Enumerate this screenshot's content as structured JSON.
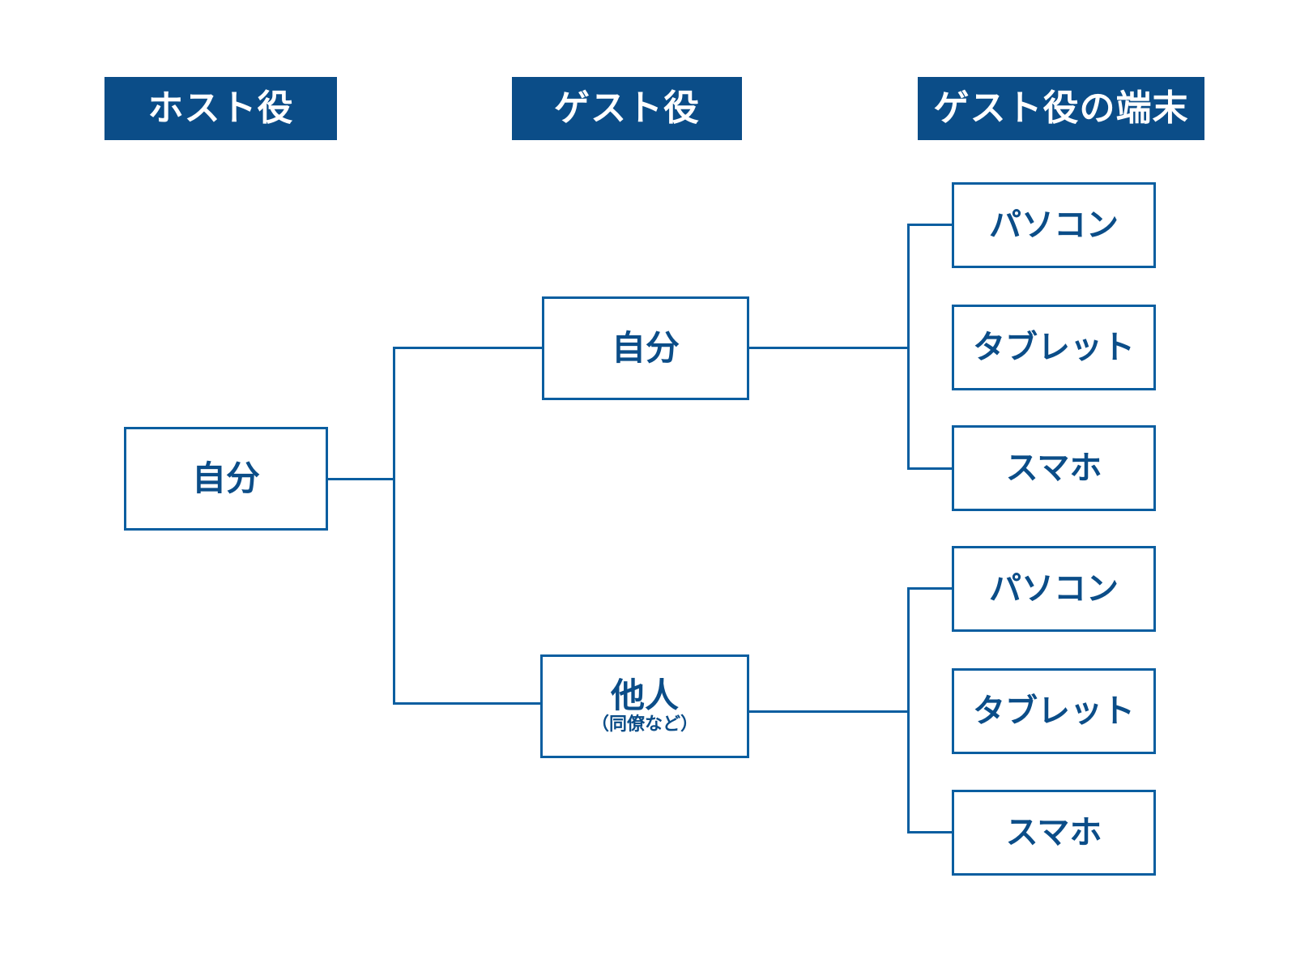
{
  "columns": [
    {
      "label": "ホスト役"
    },
    {
      "label": "ゲスト役"
    },
    {
      "label": "ゲスト役の端末"
    }
  ],
  "host": {
    "label": "自分"
  },
  "guests": [
    {
      "label": "自分",
      "note": ""
    },
    {
      "label": "他人",
      "note": "（同僚など）"
    }
  ],
  "devices": {
    "group_a": [
      {
        "label": "パソコン"
      },
      {
        "label": "タブレット"
      },
      {
        "label": "スマホ"
      }
    ],
    "group_b": [
      {
        "label": "パソコン"
      },
      {
        "label": "タブレット"
      },
      {
        "label": "スマホ"
      }
    ]
  },
  "colors": {
    "header_fill": "#0b4d88",
    "header_text": "#ffffff",
    "box_border": "#0a5ea0",
    "box_fill": "#ffffff",
    "box_text": "#0b4d88",
    "connector": "#0a5ea0",
    "background": "#ffffff"
  }
}
